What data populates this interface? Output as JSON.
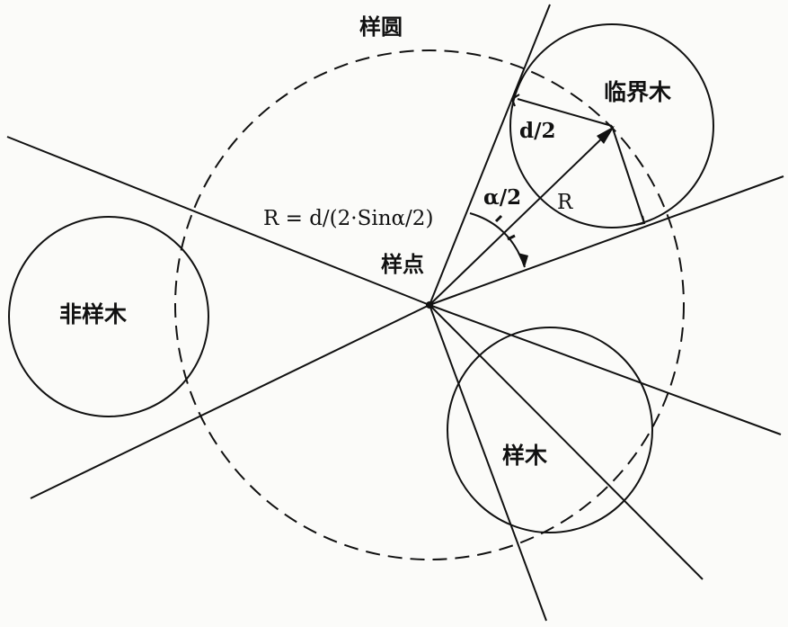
{
  "labels": {
    "plot_circle": "样圆",
    "sample_point": "样点",
    "borderline_tree": "临界木",
    "non_sample_tree": "非样木",
    "sample_tree": "样木",
    "formula": "R = d/(2·Sinα/2)",
    "half_d": "d/2",
    "half_alpha": "α/2",
    "radius": "R"
  },
  "colors": {
    "ink": "#111111",
    "paper": "#fbfbf9"
  }
}
